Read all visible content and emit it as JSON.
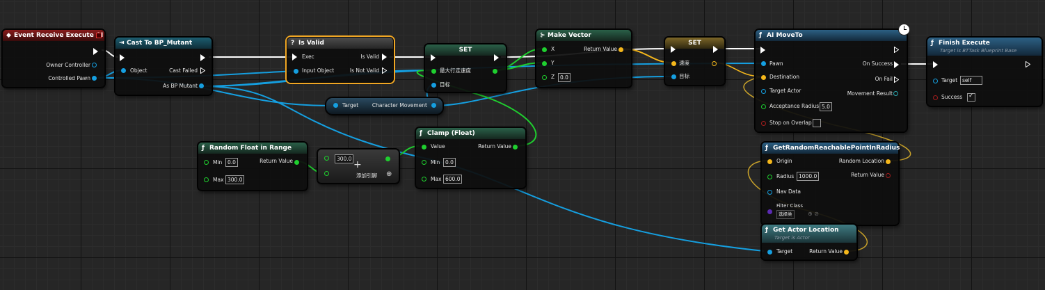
{
  "nodes": {
    "event": {
      "title": "Event Receive Execute AI",
      "owner_controller": "Owner Controller",
      "controlled_pawn": "Controlled Pawn"
    },
    "cast": {
      "title": "Cast To BP_Mutant",
      "object": "Object",
      "cast_failed": "Cast Failed",
      "as": "As BP Mutant"
    },
    "isvalid": {
      "icon": "?",
      "title": "Is Valid",
      "exec": "Exec",
      "input_object": "Input Object",
      "is_valid": "Is Valid",
      "is_not_valid": "Is Not Valid"
    },
    "set1": {
      "title": "SET",
      "pin1": "最大行走速度",
      "pin2": "目标"
    },
    "makevector": {
      "title": "Make Vector",
      "x": "X",
      "y": "Y",
      "z": "Z",
      "z_value": "0.0",
      "return": "Return Value"
    },
    "set2": {
      "title": "SET",
      "pin1": "速度",
      "pin2": "目标"
    },
    "moveto": {
      "title": "AI MoveTo",
      "pawn": "Pawn",
      "destination": "Destination",
      "target_actor": "Target Actor",
      "acceptance_radius": "Acceptance Radius",
      "acceptance_value": "5.0",
      "stop_on_overlap": "Stop on Overlap",
      "on_success": "On Success",
      "on_fail": "On Fail",
      "movement_result": "Movement Result"
    },
    "finish": {
      "title": "Finish Execute",
      "subtitle": "Target is BTTask Blueprint Base",
      "target": "Target",
      "target_value": "self",
      "success": "Success"
    },
    "charmove": {
      "target": "Target",
      "output": "Character Movement"
    },
    "random": {
      "title": "Random Float in Range",
      "min": "Min",
      "min_value": "0.0",
      "max": "Max",
      "max_value": "300.0",
      "return": "Return Value"
    },
    "add": {
      "value": "300.0",
      "add_pin": "添加引脚"
    },
    "clamp": {
      "title": "Clamp (Float)",
      "value": "Value",
      "min": "Min",
      "min_value": "0.0",
      "max": "Max",
      "max_value": "600.0",
      "return": "Return Value"
    },
    "reachable": {
      "title": "GetRandomReachablePointInRadius",
      "origin": "Origin",
      "radius": "Radius",
      "radius_value": "1000.0",
      "nav_data": "Nav Data",
      "filter_class": "Filter Class",
      "filter_value": "选择类",
      "random_location": "Random Location",
      "return": "Return Value"
    },
    "actorloc": {
      "title": "Get Actor Location",
      "subtitle": "Target is Actor",
      "target": "Target",
      "return": "Return Value"
    }
  },
  "colors": {
    "exec": "#ffffff",
    "object": "#159fe0",
    "vector": "#f5b71b",
    "float": "#1fcf2f",
    "bool": "#a31d1d",
    "class": "#5b2bb3",
    "selected": "#f0a623"
  }
}
